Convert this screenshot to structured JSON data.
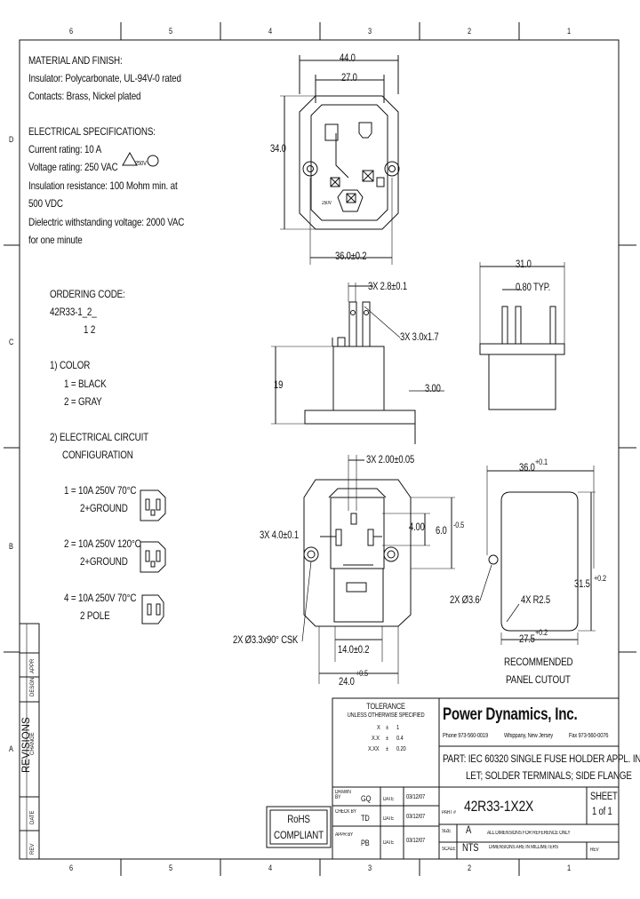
{
  "zones": {
    "top": [
      "6",
      "5",
      "4",
      "3",
      "2",
      "1"
    ],
    "bottom": [
      "6",
      "5",
      "4",
      "3",
      "2",
      "1"
    ],
    "rows": [
      "D",
      "C",
      "B",
      "A"
    ]
  },
  "notes": {
    "material_title": "MATERIAL AND FINISH:",
    "insulator": "Insulator: Polycarbonate, UL-94V-0 rated",
    "contacts": "Contacts: Brass, Nickel plated",
    "elec_title": "ELECTRICAL SPECIFICATIONS:",
    "current": "Current rating: 10 A",
    "voltage": "Voltage rating: 250 VAC",
    "insulation_1": "Insulation resistance: 100 Mohm min. at",
    "insulation_2": "500 VDC",
    "dielectric_1": "Dielectric withstanding voltage: 2000 VAC",
    "dielectric_2": "for one minute"
  },
  "ordering": {
    "title": "ORDERING CODE:",
    "code": "42R33-1_2_",
    "positions": "1   2",
    "color_title": "1)  COLOR",
    "black": "1 = BLACK",
    "gray": "2 = GRAY",
    "circuit_title_1": "2)  ELECTRICAL CIRCUIT",
    "circuit_title_2": "CONFIGURATION",
    "opt1_a": "1 = 10A 250V 70°C",
    "opt1_b": "2+GROUND",
    "opt2_a": "2 = 10A 250V 120°C",
    "opt2_b": "2+GROUND",
    "opt4_a": "4 = 10A 250V 70°C",
    "opt4_b": "2 POLE"
  },
  "dims": {
    "d44": "44.0",
    "d27": "27.0",
    "d34": "34.0",
    "d36a": "36.0±0.2",
    "pins": "3X 2.8±0.1",
    "pinsz": "3X 3.0x1.7",
    "h19": "19",
    "d300": "3.00",
    "d31": "31.0",
    "d080": "0.80 TYP.",
    "d200": "3X 2.00±0.05",
    "d40": "3X 4.0±0.1",
    "d400": "4.00",
    "d6": "6.0",
    "d6tol": "-0.5",
    "csk": "2X Ø3.3x90° CSK",
    "d14": "14.0±0.2",
    "d24": "24.0",
    "d24tol": "+0.5",
    "c36": "36.0",
    "c36tol": "+0.1",
    "c36dia": "2X Ø3.6",
    "r25": "4X R2.5",
    "c315": "31.5",
    "c315tol": "+0.2",
    "c275": "27.5",
    "c275tol": "+0.2",
    "cut1": "RECOMMENDED",
    "cut2": "PANEL CUTOUT"
  },
  "tolerance": {
    "title": "TOLERANCE",
    "sub": "UNLESS OTHERWISE SPECIFIED",
    "r1a": "X",
    "r1b": "±",
    "r1c": "1",
    "r2a": "X.X",
    "r2b": "±",
    "r2c": "0.4",
    "r3a": "X.XX",
    "r3b": "±",
    "r3c": "0.20"
  },
  "company": {
    "name": "Power Dynamics, Inc.",
    "phone": "Phone 973-560-0019",
    "city": "Whippany, New Jersey",
    "fax": "Fax 973-560-0076"
  },
  "part": {
    "line1": "PART: IEC 60320 SINGLE FUSE HOLDER APPL. IN-",
    "line2": "LET; SOLDER TERMINALS; SIDE FLANGE"
  },
  "titleblock": {
    "drawn": "DRAWN BY",
    "drawn_by": "GQ",
    "drawn_date": "03/12/07",
    "check": "CHECK BY",
    "check_by": "TD",
    "check_date": "03/12/07",
    "appr": "APPR BY",
    "appr_by": "PB",
    "appr_date": "03/12/07",
    "date_label": "DATE",
    "partno_label": "PART #",
    "partno": "42R33-1X2X",
    "size_label": "SIZE",
    "size": "A",
    "scale_label": "SCALE",
    "scale": "NTS",
    "sheet_label": "SHEET",
    "sheet": "1 of 1",
    "note1": "ALL DIMENSIONS FOR REFERENCE ONLY",
    "note2": "DIMENSIONS ARE IN MILLIMETERS",
    "rev": "REV"
  },
  "rohs": {
    "l1": "RoHS",
    "l2": "COMPLIANT"
  },
  "revisions": {
    "title": "REVISIONS",
    "rev": "REV",
    "date": "DATE",
    "change": "CHANGE",
    "desgn": "DESGN",
    "appr": "APPR"
  },
  "markings": {
    "fuse": "250V",
    "cert": "250V"
  }
}
